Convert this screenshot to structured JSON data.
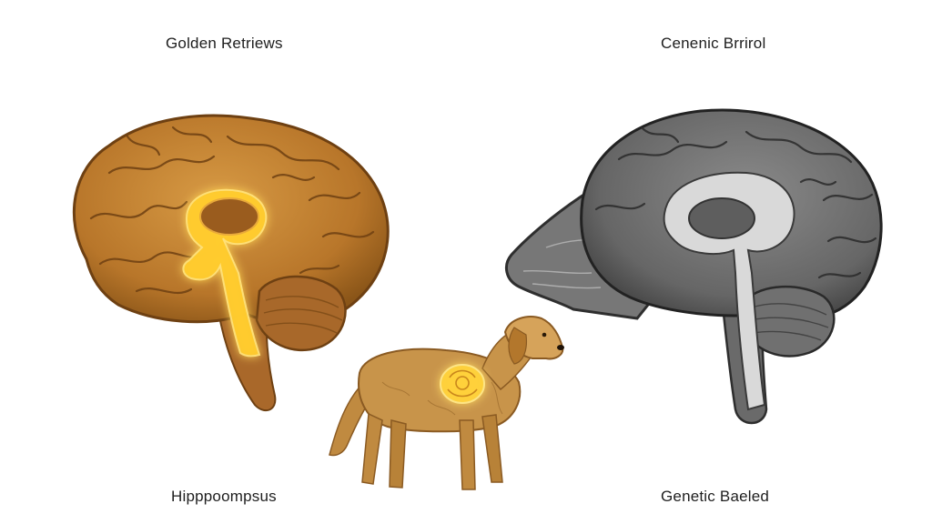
{
  "labels": {
    "top_left": "Golden Retriews",
    "top_right": "Cenenic Brrirol",
    "bottom_left": "Hipppoompsus",
    "bottom_right": "Genetic Baeled"
  },
  "colors": {
    "golden_brain": "#b8762a",
    "golden_brain_dark": "#7a4a14",
    "highlight_glow": "#ffd23a",
    "gray_brain": "#6e6e6e",
    "gray_brain_dark": "#2e2e2e",
    "gray_core": "#d9d9d9",
    "dog_fur": "#c8944a"
  },
  "icons": [
    "golden-brain-illustration",
    "gray-brain-illustration",
    "golden-retriever-illustration"
  ]
}
